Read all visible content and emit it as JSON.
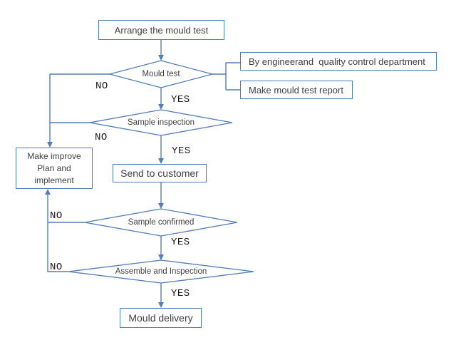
{
  "flowchart": {
    "nodes": {
      "arrange": {
        "label": "Arrange the mould test"
      },
      "mould_test": {
        "label": "Mould test"
      },
      "by_engineer": {
        "label": "By engineerand  quality control department"
      },
      "make_report": {
        "label": "Make mould test report"
      },
      "sample_inspection": {
        "label": "Sample inspection"
      },
      "make_improve": {
        "lines": [
          "Make improve",
          "Plan and",
          "implement"
        ]
      },
      "send_customer": {
        "label": "Send to customer"
      },
      "sample_confirmed": {
        "label": "Sample confirmed"
      },
      "assemble": {
        "label": "Assemble and Inspection"
      },
      "mould_delivery": {
        "label": "Mould delivery"
      }
    },
    "edge_labels": {
      "no_mould_test": "NO",
      "yes_mould_test": "YES",
      "no_sample_inspection": "NO",
      "yes_sample_inspection": "YES",
      "no_sample_confirmed": "NO",
      "yes_sample_confirmed": "YES",
      "no_assemble": "NO",
      "yes_assemble": "YES"
    },
    "colors": {
      "line": "#4f7dc0",
      "box_border": "#4a7ebb",
      "text": "#3f3f3f",
      "edge_label_text": "#1a1a1a",
      "background": "#ffffff"
    }
  }
}
